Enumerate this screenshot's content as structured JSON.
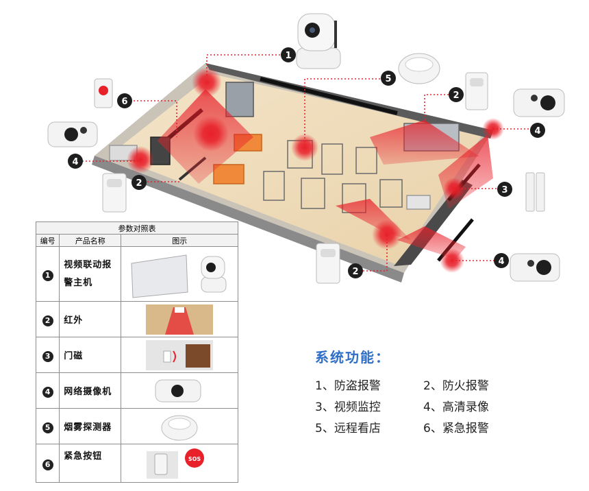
{
  "callouts": [
    "1",
    "2",
    "3",
    "4",
    "5",
    "6"
  ],
  "table": {
    "title": "参数对照表",
    "headers": [
      "编号",
      "产品名称",
      "图示"
    ],
    "rows": [
      {
        "num": "1",
        "name": "视频联动报警主机",
        "thumb": "alarm-host-camera"
      },
      {
        "num": "2",
        "name": "红外",
        "thumb": "infrared-curtain"
      },
      {
        "num": "3",
        "name": "门磁",
        "thumb": "door-magnet"
      },
      {
        "num": "4",
        "name": "网络摄像机",
        "thumb": "bullet-camera"
      },
      {
        "num": "5",
        "name": "烟雾探测器",
        "thumb": "smoke-detector"
      },
      {
        "num": "6",
        "name": "紧急按钮",
        "thumb": "sos-button"
      }
    ]
  },
  "functions": {
    "title": "系统功能：",
    "items": [
      "1、防盗报警",
      "2、防火报警",
      "3、视频监控",
      "4、高清录像",
      "5、远程看店",
      "6、紧急报警"
    ]
  },
  "colors": {
    "alarm_red": "#e8202a",
    "title_blue": "#2f6fc8",
    "badge": "#1e1e1e"
  }
}
